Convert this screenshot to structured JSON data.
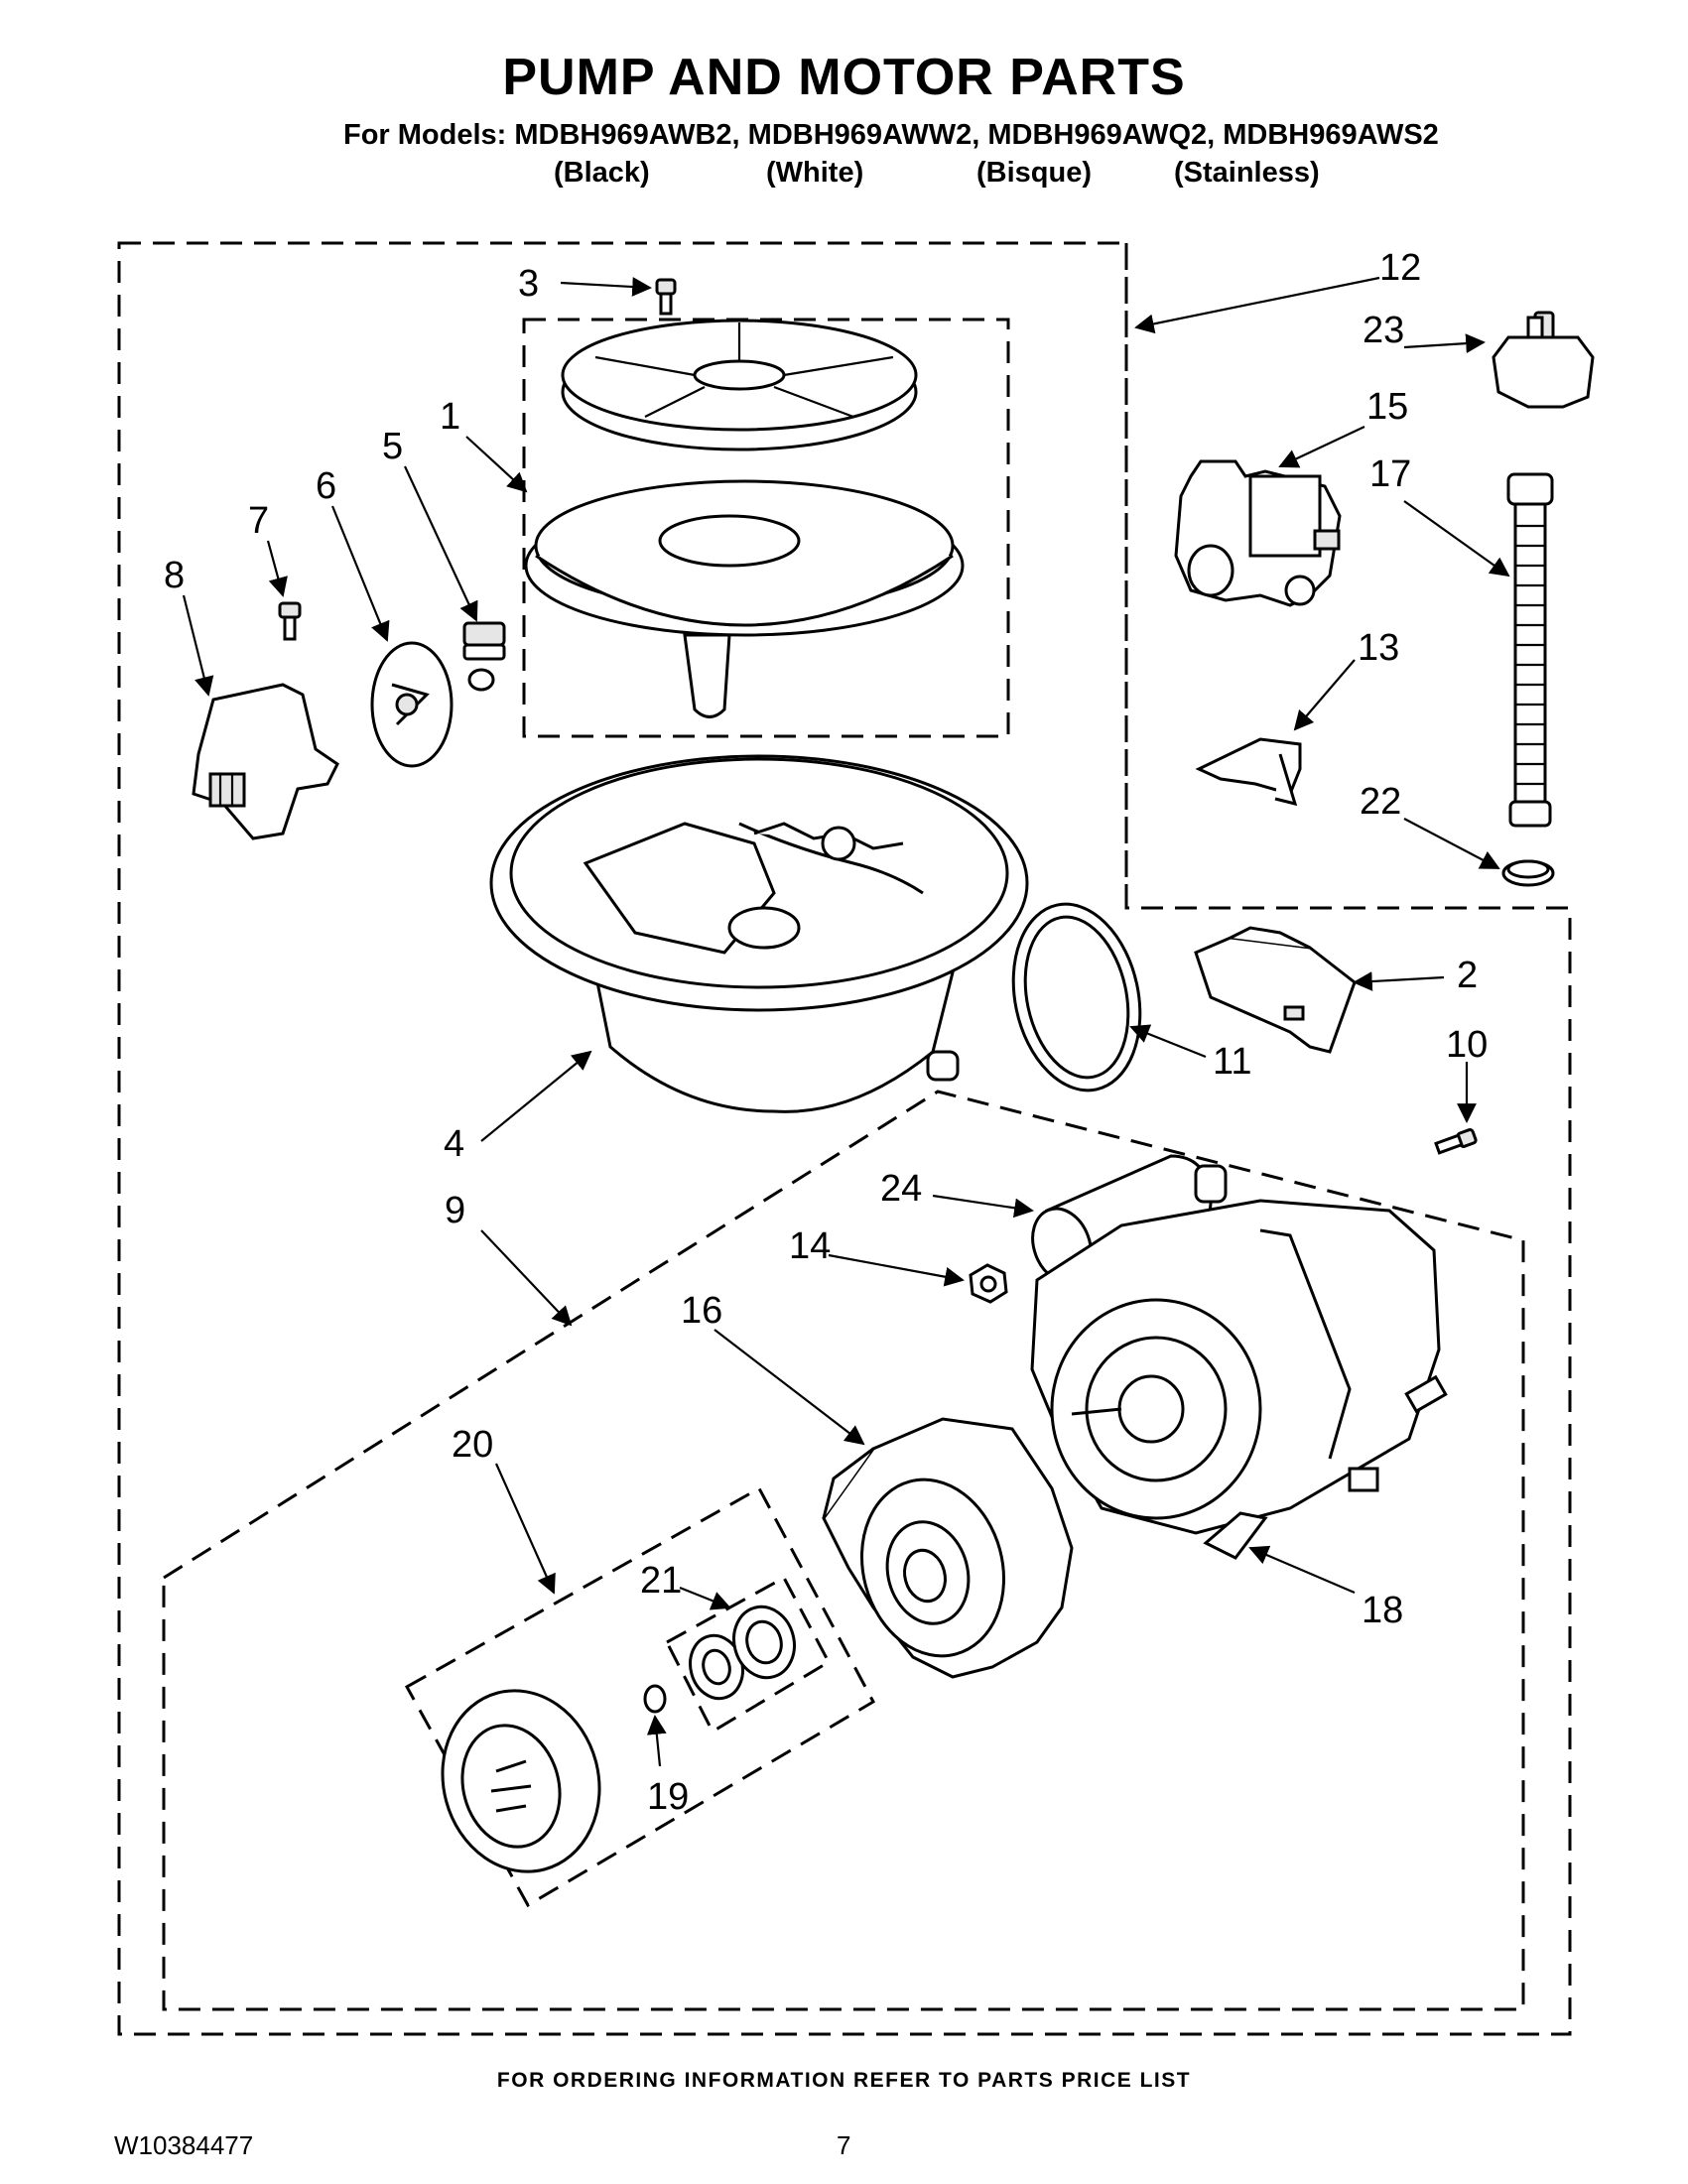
{
  "header": {
    "title": "PUMP AND MOTOR PARTS",
    "models_line": "For Models: MDBH969AWB2, MDBH969AWW2, MDBH969AWQ2, MDBH969AWS2",
    "model_colors": [
      "(Black)",
      "(White)",
      "(Bisque)",
      "(Stainless)"
    ]
  },
  "callouts": {
    "c1": "1",
    "c2": "2",
    "c3": "3",
    "c4": "4",
    "c5": "5",
    "c6": "6",
    "c7": "7",
    "c8": "8",
    "c9": "9",
    "c10": "10",
    "c11": "11",
    "c12": "12",
    "c13": "13",
    "c14": "14",
    "c15": "15",
    "c16": "16",
    "c17": "17",
    "c18": "18",
    "c19": "19",
    "c20": "20",
    "c21": "21",
    "c22": "22",
    "c23": "23",
    "c24": "24"
  },
  "footer": {
    "ordering_note": "FOR ORDERING INFORMATION REFER TO PARTS PRICE LIST",
    "document_number": "W10384477",
    "page_number": "7"
  }
}
